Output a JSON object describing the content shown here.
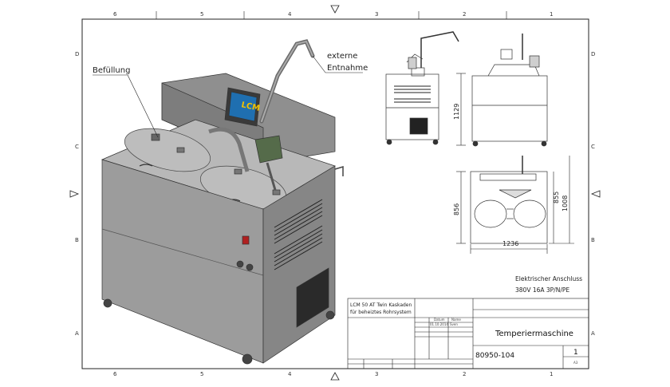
{
  "frame": {
    "columns": [
      "6",
      "5",
      "4",
      "3",
      "2",
      "1"
    ],
    "rows": [
      "D",
      "C",
      "B",
      "A"
    ]
  },
  "callouts": {
    "fill": "Befüllung",
    "external_line1": "externe",
    "external_line2": "Entnahme"
  },
  "logo": {
    "text": "LCM"
  },
  "dimensions": {
    "front_height": "1129",
    "top_width": "1236",
    "top_depth_outer": "856",
    "top_depth_inner": "855",
    "top_depth_right": "1008"
  },
  "electrical": {
    "line1": "Elektrischer Anschluss",
    "line2": "380V 16A 3P/N/PE"
  },
  "title_block": {
    "description_line1": "LCM 50 AT Twin Kaskaden",
    "description_line2": "für beheiztes Rohrsystem",
    "date_header": "Datum",
    "name_header": "Name",
    "date_value": "01.10.2014",
    "name_value": "Sven",
    "title": "Temperiermaschine",
    "drawing_number": "80950-104",
    "sheet": "1",
    "format": "A3"
  },
  "colors": {
    "machine_body": "#9a9a9a",
    "machine_top": "#b5b5b5",
    "machine_dark": "#5c5c5c",
    "logo_bg": "#1f6fb0",
    "logo_text": "#f2c200",
    "line": "#222222"
  }
}
